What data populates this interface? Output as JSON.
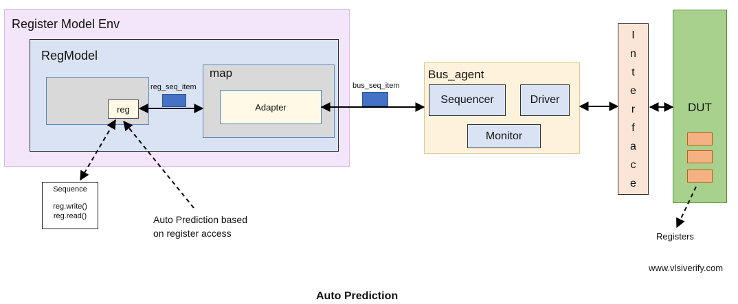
{
  "env": {
    "title": "Register Model Env"
  },
  "reg_model": {
    "title": "RegModel",
    "reg_label": "reg"
  },
  "map": {
    "title": "map",
    "adapter_label": "Adapter"
  },
  "transactions": {
    "reg_seq_item": "reg_seq_item",
    "bus_seq_item": "bus_seq_item"
  },
  "bus_agent": {
    "title": "Bus_agent",
    "sequencer": "Sequencer",
    "driver": "Driver",
    "monitor": "Monitor"
  },
  "interface": {
    "letters": [
      "I",
      "n",
      "t",
      "e",
      "r",
      "f",
      "a",
      "c",
      "e"
    ]
  },
  "dut": {
    "title": "DUT",
    "register_count": 3
  },
  "sequence": {
    "title": "Sequence",
    "line1": "reg.write()",
    "line2": "reg.read()"
  },
  "annotations": {
    "auto_note_line1": "Auto Prediction based",
    "auto_note_line2": "on register access",
    "registers": "Registers",
    "website": "www.vlsiverify.com"
  },
  "caption": "Auto Prediction",
  "colors": {
    "env_bg": "#f3e6fb",
    "regmodel_bg": "#dae3f3",
    "item_blue": "#4472c4",
    "agent_bg": "#fff2dc",
    "interface_bg": "#fbe5d6",
    "dut_bg": "#a9d18e",
    "dut_reg": "#f4b183"
  }
}
